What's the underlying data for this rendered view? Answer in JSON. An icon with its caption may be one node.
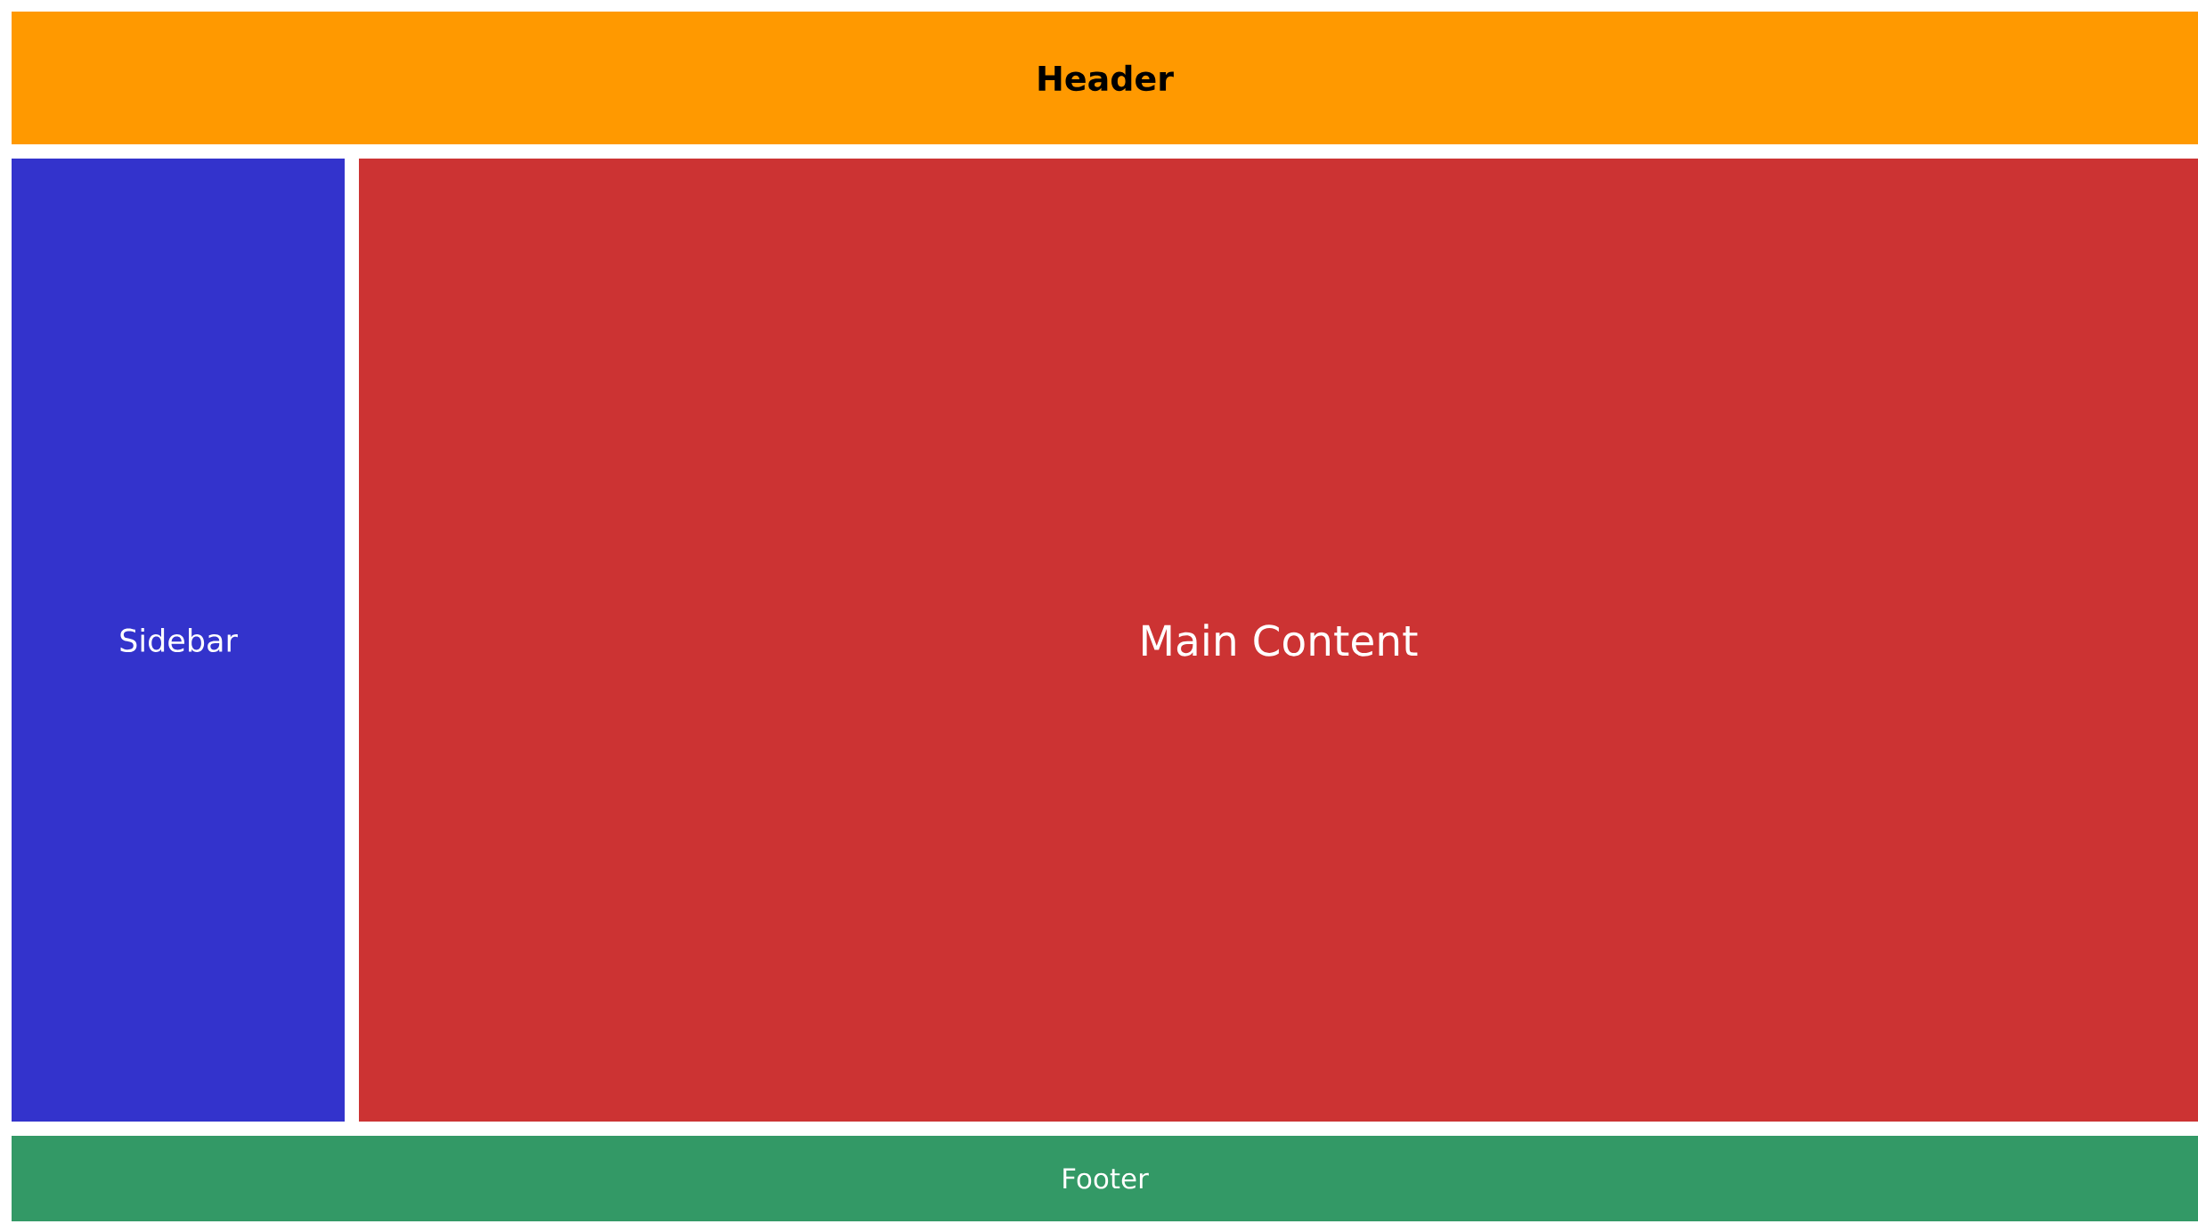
{
  "diagram": {
    "nodes": [
      {
        "text": [
          "Header"
        ]
      },
      {
        "text": [
          "Sidebar"
        ]
      },
      {
        "text": [
          "Main Content"
        ]
      },
      {
        "text": [
          "Footer"
        ]
      }
    ]
  }
}
